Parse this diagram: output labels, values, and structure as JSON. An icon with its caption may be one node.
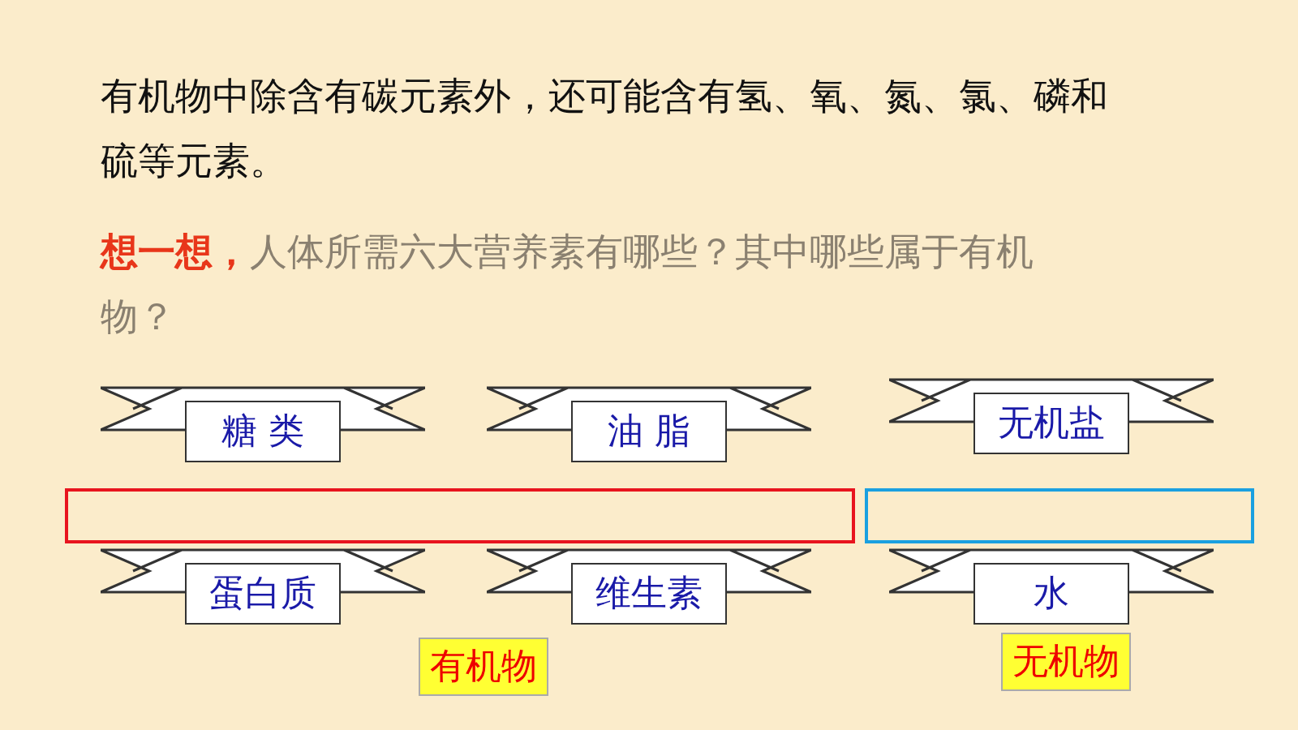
{
  "diagram": {
    "nodes": [
      {
        "text": [
          "糖 类"
        ]
      },
      {
        "text": [
          "油 脂"
        ]
      },
      {
        "text": [
          "无机盐"
        ]
      },
      {
        "text": [],
        "shape": "box"
      },
      {
        "text": [],
        "shape": "box"
      },
      {
        "text": [
          "蛋白质"
        ]
      },
      {
        "text": [
          "维生素"
        ]
      },
      {
        "text": [
          "水"
        ]
      },
      {
        "text": [
          "有机物"
        ]
      },
      {
        "text": [
          "无机物"
        ]
      }
    ],
    "edges": [],
    "labels": [
      "有机物中除含有碳元素外，还可能含有氢、氧、氮、氯、磷和硫等元素。",
      "**想一想，**人体所需六大营养素有哪些？其中哪些属于有机物？"
    ]
  }
}
